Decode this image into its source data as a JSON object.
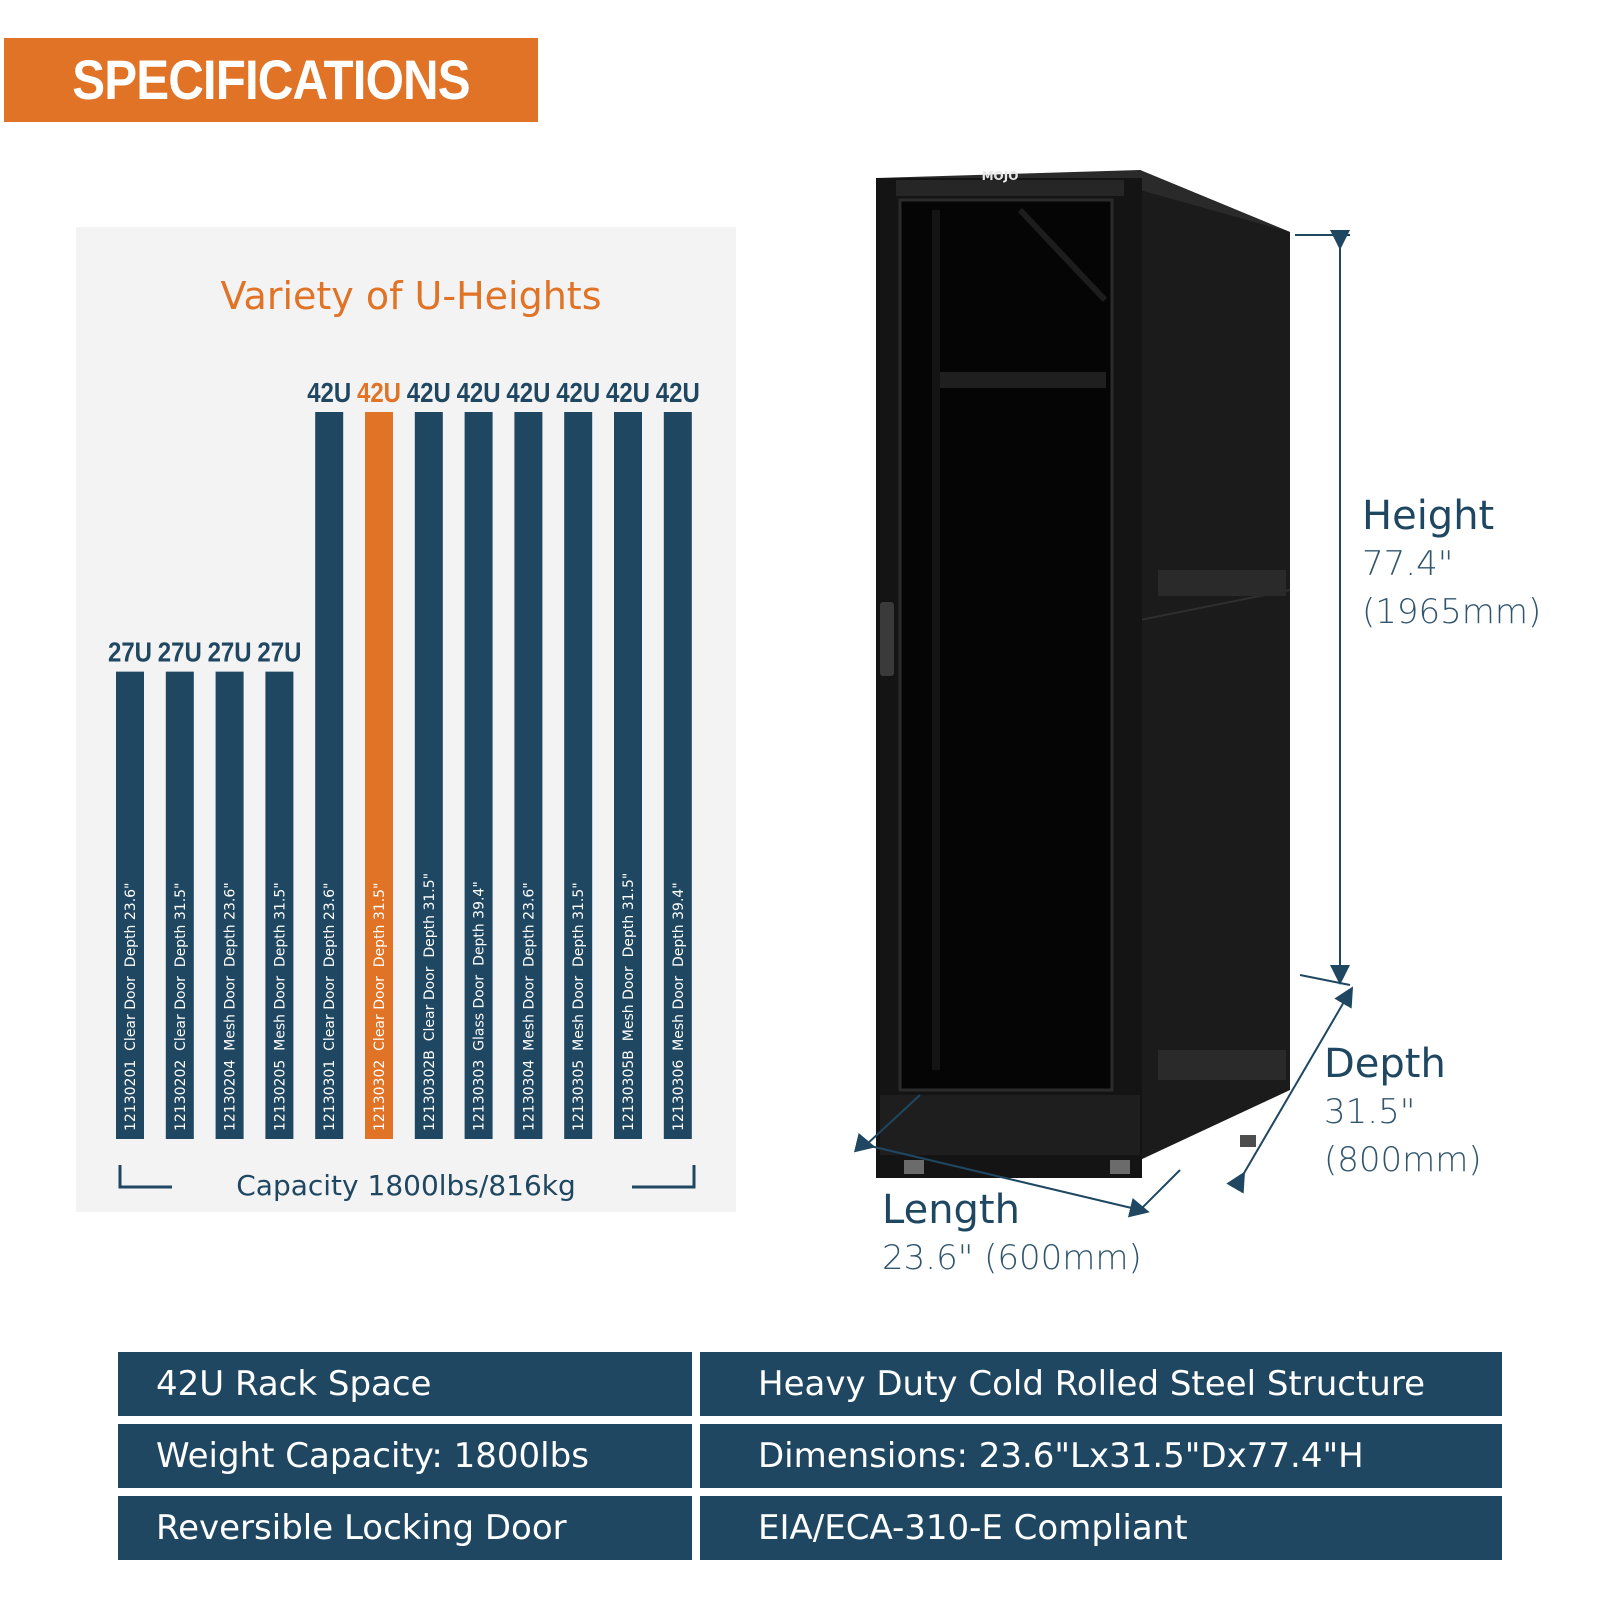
{
  "banner": {
    "title": "SPECIFICATIONS"
  },
  "chart_data": {
    "type": "bar",
    "title": "Variety of U-Heights",
    "categories": [
      "12130201",
      "12130202",
      "12130204",
      "12130205",
      "12130301",
      "12130302",
      "12130302B",
      "12130303",
      "12130304",
      "12130305",
      "12130305B",
      "12130306"
    ],
    "values": [
      27,
      27,
      27,
      27,
      42,
      42,
      42,
      42,
      42,
      42,
      42,
      42
    ],
    "value_labels": [
      "27U",
      "27U",
      "27U",
      "27U",
      "42U",
      "42U",
      "42U",
      "42U",
      "42U",
      "42U",
      "42U",
      "42U"
    ],
    "bar_labels": [
      "12130201  Clear Door  Depth 23.6\"",
      "12130202  Clear Door  Depth 31.5\"",
      "12130204  Mesh Door  Depth 23.6\"",
      "12130205  Mesh Door  Depth 31.5\"",
      "12130301  Clear Door  Depth 23.6\"",
      "12130302  Clear Door  Depth 31.5\"",
      "12130302B  Clear Door  Depth 31.5\"",
      "12130303  Glass Door  Depth 39.4\"",
      "12130304  Mesh Door  Depth 23.6\"",
      "12130305  Mesh Door  Depth 31.5\"",
      "12130305B  Mesh Door  Depth 31.5\"",
      "12130306  Mesh Door  Depth 39.4\""
    ],
    "highlight_index": 5,
    "footer": "Capacity 1800lbs/816kg",
    "colors": {
      "bar": "#1f4761",
      "highlight": "#e07326",
      "title": "#e07326",
      "panel": "#f3f3f3"
    },
    "ylim": [
      0,
      42
    ]
  },
  "product": {
    "brand_badge": "MOJO",
    "height": {
      "label": "Height",
      "value_in": "77.4\"",
      "value_mm": "(1965mm)"
    },
    "depth": {
      "label": "Depth",
      "value_in": "31.5\"",
      "value_mm": "(800mm)"
    },
    "length": {
      "label": "Length",
      "value": "23.6\" (600mm)"
    }
  },
  "specs": [
    "42U Rack Space",
    "Heavy Duty Cold Rolled Steel Structure",
    "Weight Capacity: 1800lbs",
    "Dimensions: 23.6\"Lx31.5\"Dx77.4\"H",
    "Reversible Locking Door",
    "EIA/ECA-310-E Compliant"
  ],
  "colors": {
    "accent": "#e07326",
    "navy": "#1f4761"
  }
}
